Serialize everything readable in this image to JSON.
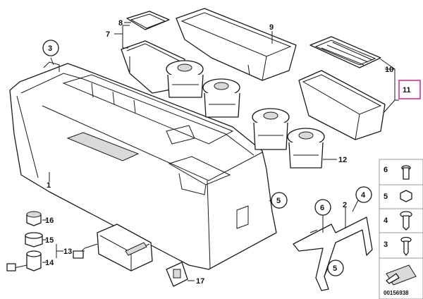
{
  "labels": {
    "p1": "1",
    "p2": "2",
    "p3a": "3",
    "p3b": "3",
    "p4a": "4",
    "p4b": "4",
    "p5a": "5",
    "p5b": "5",
    "p5c": "5",
    "p6a": "6",
    "p6b": "6",
    "p7": "7",
    "p8": "8",
    "p9": "9",
    "p10": "10",
    "p11": "11",
    "p12": "12",
    "p13": "13",
    "p14": "14",
    "p15": "15",
    "p16": "16",
    "p17": "17"
  },
  "diagram_number": "00156938",
  "colors": {
    "highlight": "#d6338a",
    "line": "#1a1a1a",
    "background": "#ffffff"
  }
}
